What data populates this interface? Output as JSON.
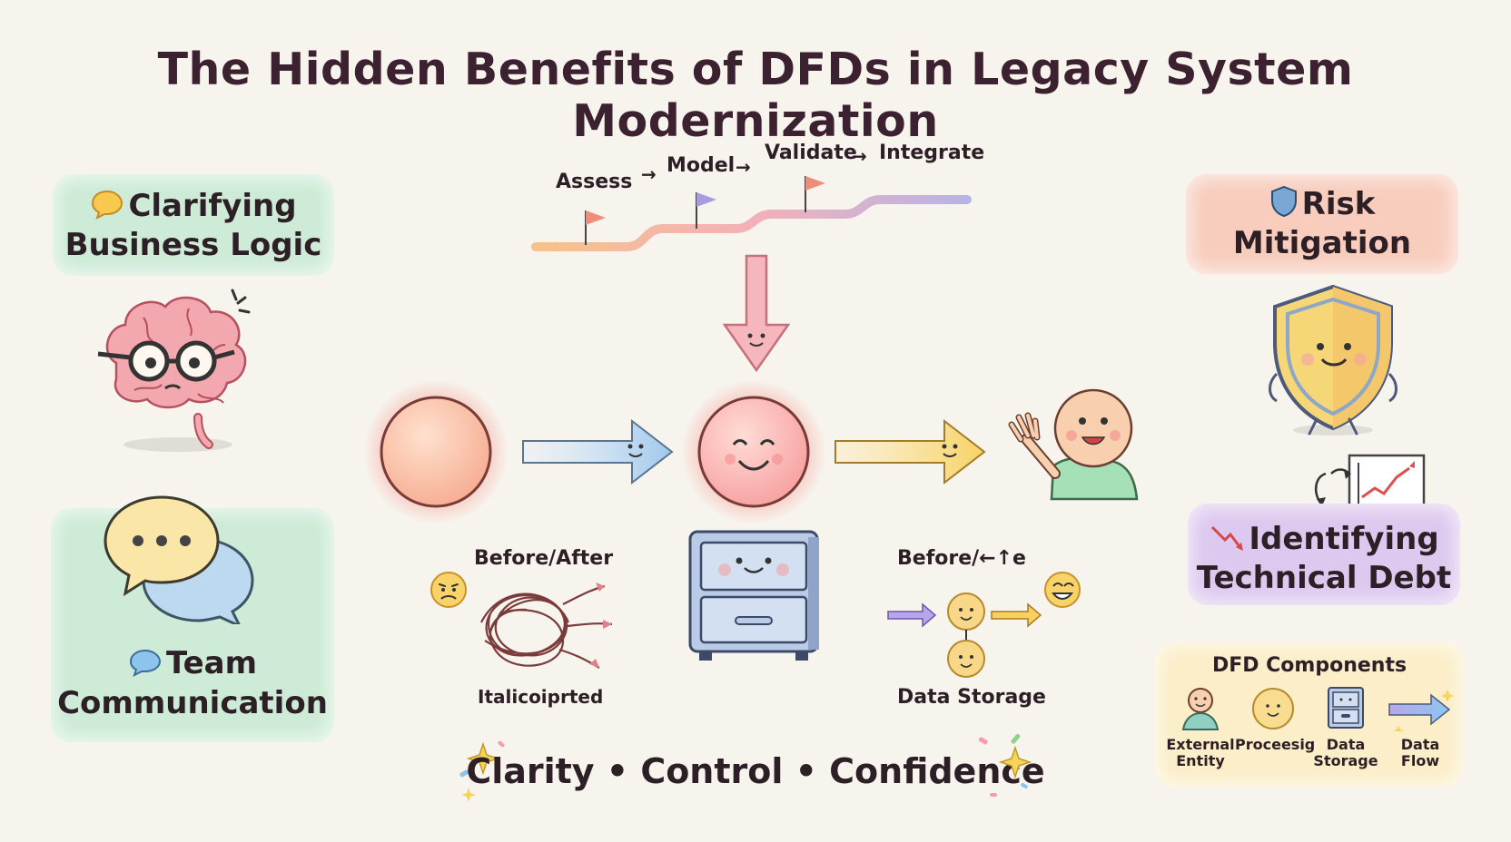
{
  "title": "The Hidden Benefits of DFDs in Legacy System Modernization",
  "cards": {
    "clarifying": {
      "line1": "Clarifying",
      "line2": "Business Logic"
    },
    "team": {
      "line1": "Team",
      "line2": "Communication"
    },
    "risk": {
      "line1": "Risk",
      "line2": "Mitigation"
    },
    "debt": {
      "line1": "Identifying",
      "line2": "Technical Debt"
    }
  },
  "roadmap": {
    "steps": [
      "Assess",
      "Model",
      "Validate",
      "Integrate"
    ]
  },
  "center": {
    "before_after_left": "Before/After",
    "italic_label": "Italicoiprted",
    "before_after_right": "Before/←↑e",
    "data_storage": "Data Storage"
  },
  "tagline": "Clarity • Control • Confidence",
  "components": {
    "title": "DFD Components",
    "items": [
      {
        "l1": "External",
        "l2": "Entity",
        "icon": "person-icon"
      },
      {
        "l1": "Proceesig",
        "l2": "",
        "icon": "circle-process-icon"
      },
      {
        "l1": "Data",
        "l2": "Storage",
        "icon": "cabinet-icon"
      },
      {
        "l1": "Data",
        "l2": "Flow",
        "icon": "arrow-icon"
      }
    ]
  },
  "colors": {
    "green_card": "#cdebd6",
    "peach_card": "#f8cdbd",
    "purple_card": "#ddc9ef",
    "yellow_card": "#fbeec8"
  }
}
